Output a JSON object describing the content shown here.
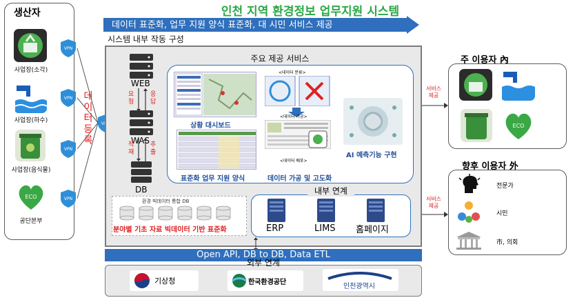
{
  "title": "인천 지역 환경정보 업무지원 시스템",
  "banner": "데이터 표준화, 업무 지원 양식 표준화, 대 시민 서비스 제공",
  "internal_title": "시스템 내부 작동 구성",
  "producers": {
    "title": "생산자",
    "items": [
      {
        "label": "사업장(소각)",
        "icon": "incinerator-icon"
      },
      {
        "label": "사업장(하수)",
        "icon": "sewage-icon"
      },
      {
        "label": "사업장(음식물)",
        "icon": "food-waste-icon"
      },
      {
        "label": "공단본부",
        "icon": "eco-friendly-icon"
      }
    ]
  },
  "data_register_label": "데이터등록",
  "vpn_label": "VPN",
  "stack": {
    "web": "WEB",
    "was": "WAS",
    "db": "DB",
    "req": "요청",
    "resp": "응답",
    "load": "적재",
    "extract": "추출"
  },
  "services": {
    "title": "주요 제공 서비스",
    "dashboard": "상황 대시보드",
    "forms": "표준화 업무 지원 양식",
    "processing": "데이터 가공 및 고도화",
    "ai": "AI 예측기능 구현",
    "proc_top": "<데이터 분류>",
    "proc_mid": "<데이터 가공>",
    "proc_bot": "<데이터 배포>"
  },
  "bigdata": {
    "caption": "환경 빅데이터 통합 DB",
    "label": "분야별 기초 자료 빅데이터 기반 표준화"
  },
  "internal_link": {
    "title": "내부 연계",
    "items": [
      "ERP",
      "LIMS",
      "홈페이지"
    ]
  },
  "api_bar": "Open API, DB to DB, Data ETL",
  "external": {
    "title": "외부 연계",
    "items": [
      "기상청",
      "한국환경공단",
      "인천광역시"
    ]
  },
  "main_users": {
    "title": "주 이용자 內",
    "service_label": "서비스 제공"
  },
  "future_users": {
    "title": "향후 이용자 外",
    "service_label": "서비스 제공",
    "items": [
      "전문가",
      "시민",
      "市, 의회"
    ]
  },
  "colors": {
    "title_green": "#2aa845",
    "banner_blue": "#2f6fbd",
    "red": "#e02020",
    "server_dark": "#333333",
    "server_blue": "#2d4a8a"
  }
}
